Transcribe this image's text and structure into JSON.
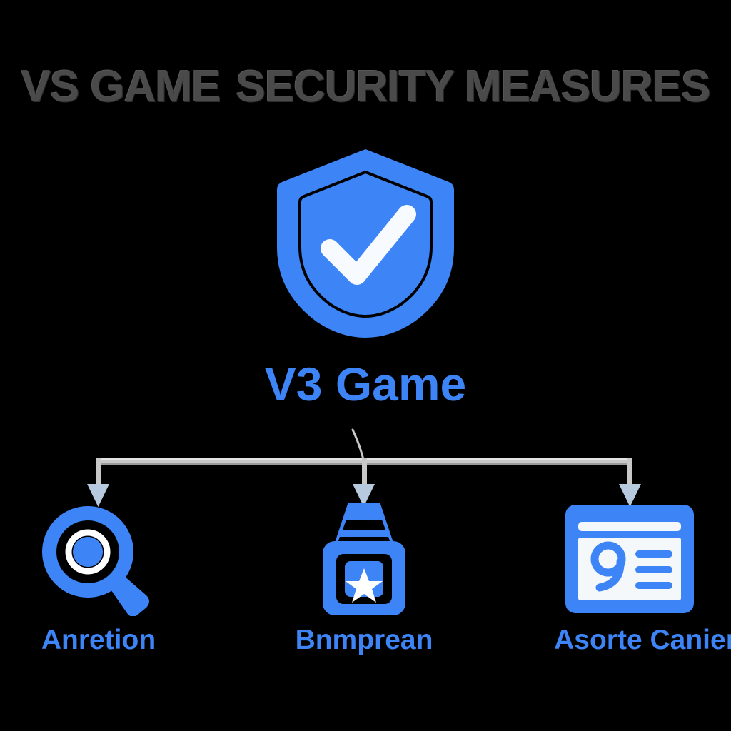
{
  "header": {
    "title": "VS GAME  SECURITY MEASURES",
    "title_part_1": "VS GAME",
    "title_part_2": "SECURITY MEASURES",
    "title_color": "#4a4a4a"
  },
  "root": {
    "label": "V3 Game",
    "icon": "shield-check-icon",
    "accent_color": "#3d85f7",
    "check_color": "#ffffff"
  },
  "connectors": {
    "line_color": "#c8c8c8",
    "arrow_color": "#b6c9de",
    "count": 3
  },
  "branches": [
    {
      "label": "Anretion",
      "icon": "magnifier-icon",
      "color": "#3d85f7"
    },
    {
      "label": "Bnmprean",
      "icon": "padlock-star-icon",
      "color": "#3d85f7"
    },
    {
      "label": "Asorte Canier",
      "icon": "id-card-icon",
      "color": "#3d85f7"
    }
  ],
  "background_color": "#000000"
}
